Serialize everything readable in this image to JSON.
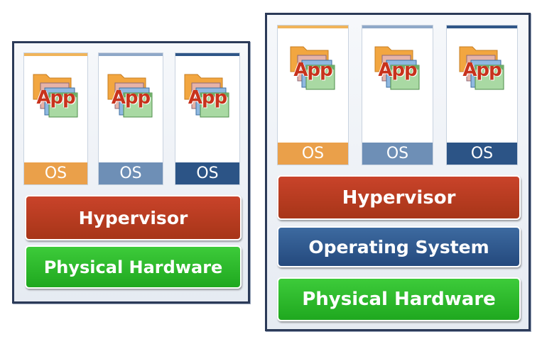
{
  "left_stack": {
    "vms": [
      {
        "app": "App",
        "os": "OS",
        "color": "#eaa04a"
      },
      {
        "app": "App",
        "os": "OS",
        "color": "#6e8fb6"
      },
      {
        "app": "App",
        "os": "OS",
        "color": "#2c5486"
      }
    ],
    "layers": {
      "hypervisor": "Hypervisor",
      "hardware": "Physical Hardware"
    }
  },
  "right_stack": {
    "vms": [
      {
        "app": "App",
        "os": "OS",
        "color": "#eaa04a"
      },
      {
        "app": "App",
        "os": "OS",
        "color": "#6e8fb6"
      },
      {
        "app": "App",
        "os": "OS",
        "color": "#2c5486"
      }
    ],
    "layers": {
      "hypervisor": "Hypervisor",
      "operating_system": "Operating System",
      "hardware": "Physical Hardware"
    }
  },
  "colors": {
    "hypervisor": "#b93c22",
    "operating_system": "#2f5b92",
    "hardware": "#2dbb2d",
    "app_text": "#c8321c",
    "panel_border": "#2b3a58"
  }
}
